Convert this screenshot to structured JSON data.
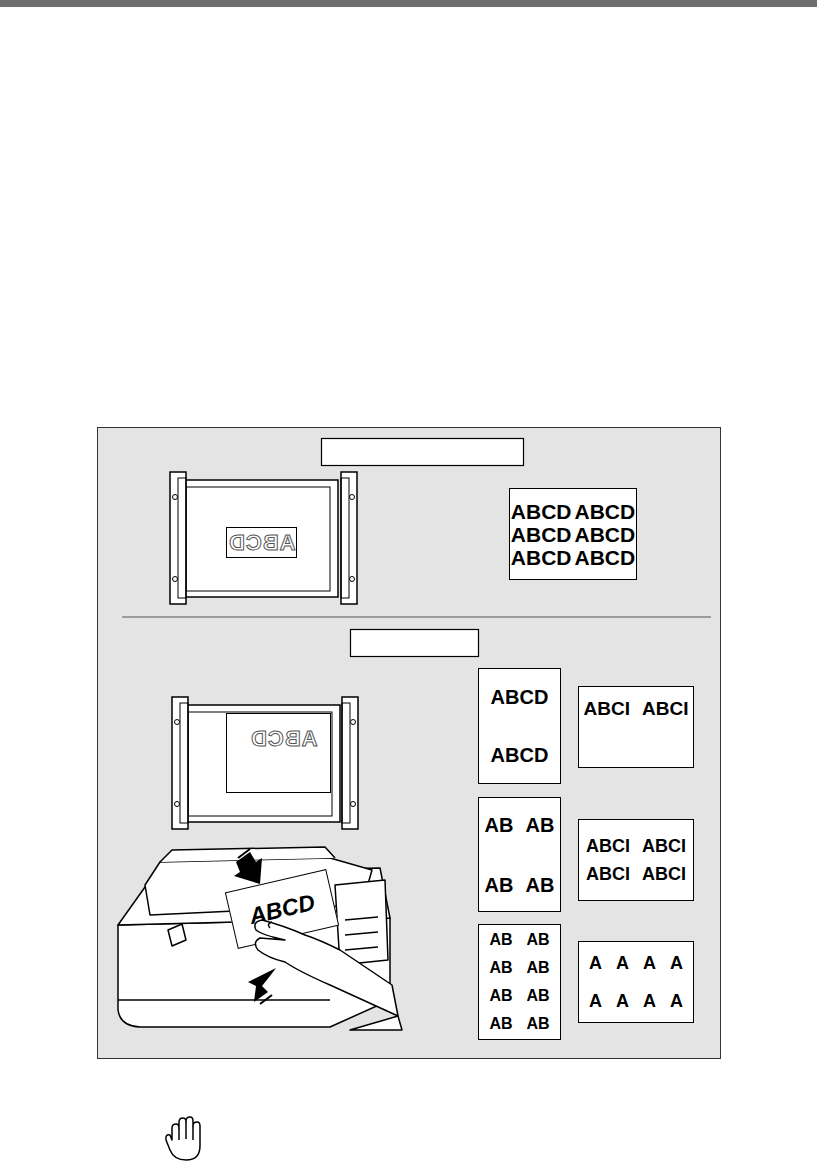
{
  "diagram": {
    "nodes": [
      {
        "text": [
          "ABCD"
        ]
      },
      {
        "text": [
          "ABCD",
          "ABCD",
          "ABCD",
          "ABCD",
          "ABCD",
          "ABCD"
        ]
      },
      {
        "text": [
          "ABCD"
        ]
      },
      {
        "text": [
          "ABCD"
        ]
      },
      {
        "text": [
          "ABCD",
          "ABCD"
        ]
      },
      {
        "text": [
          "ABCI",
          "ABCI"
        ]
      },
      {
        "text": [
          "AB",
          "AB",
          "AB",
          "AB"
        ]
      },
      {
        "text": [
          "ABCI",
          "ABCI",
          "ABCI",
          "ABCI"
        ]
      },
      {
        "text": [
          "AB",
          "AB",
          "AB",
          "AB",
          "AB",
          "AB",
          "AB",
          "AB"
        ]
      },
      {
        "text": [
          "A",
          "A",
          "A",
          "A",
          "A",
          "A",
          "A",
          "A"
        ]
      }
    ]
  }
}
